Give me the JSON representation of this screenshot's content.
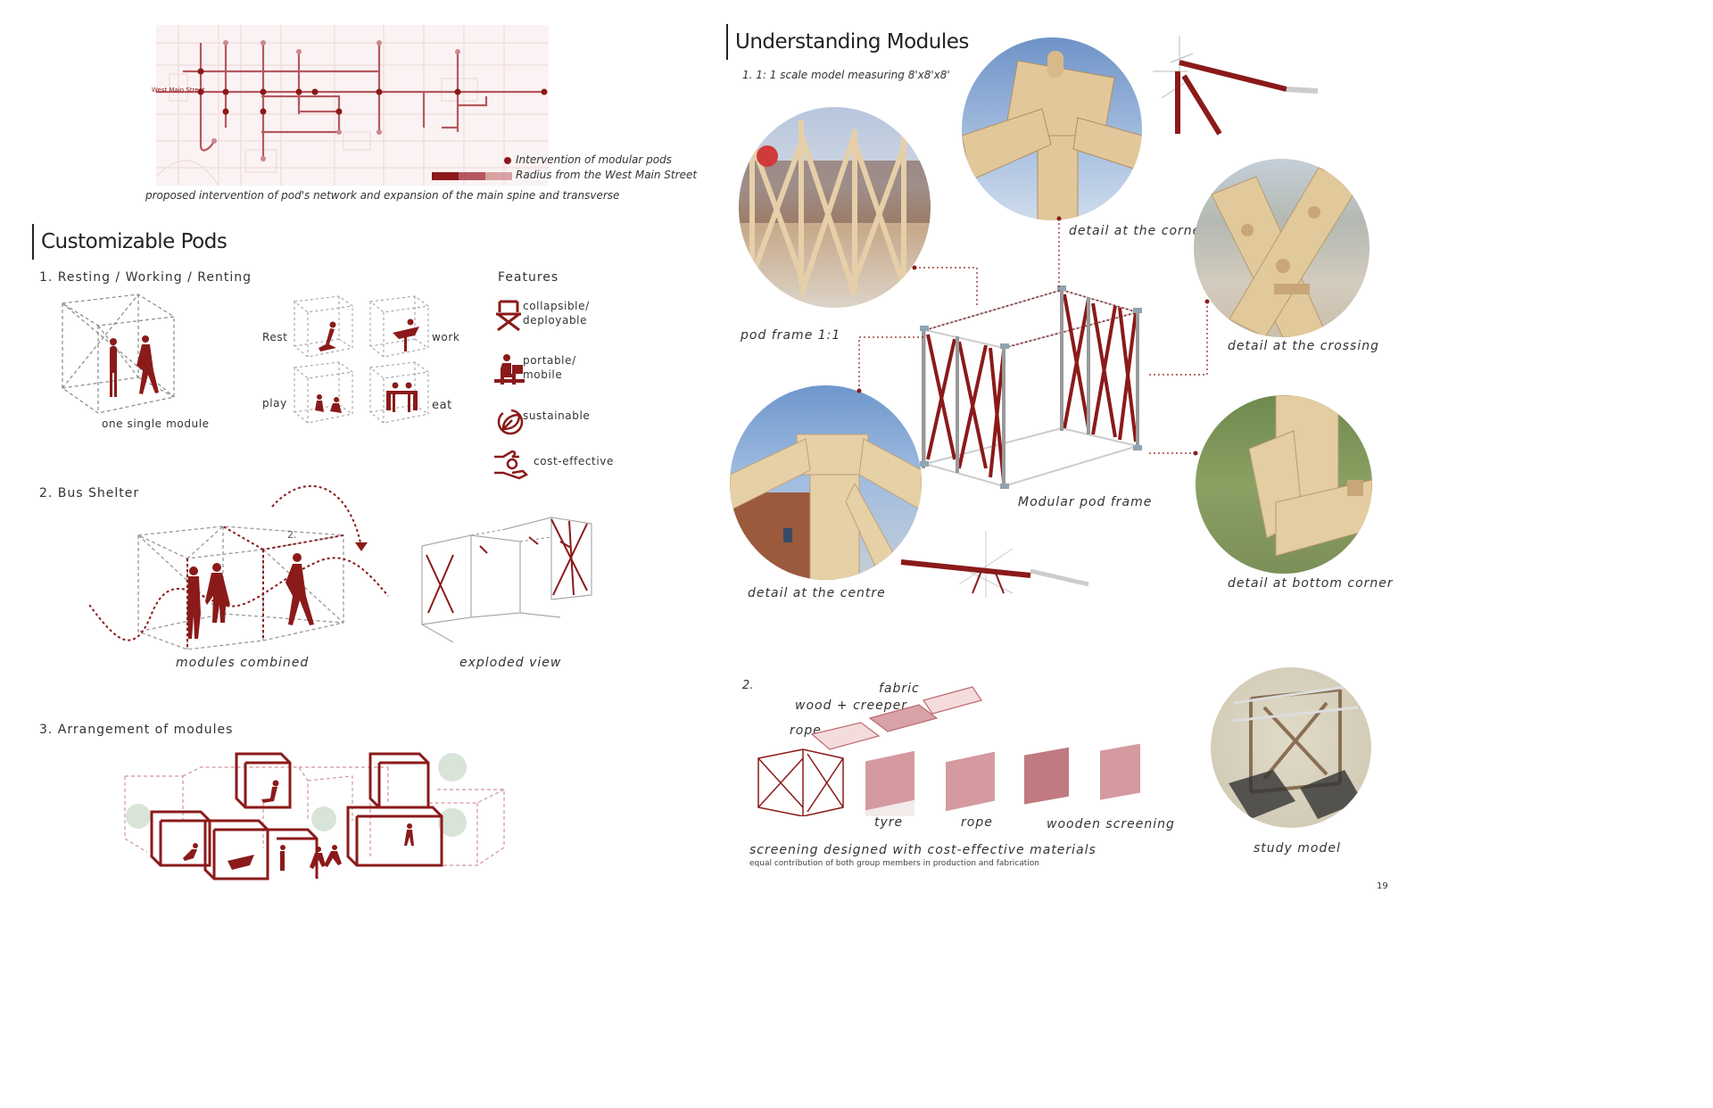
{
  "map": {
    "street_label": "West Main Street",
    "legend_pods": "Intervention of modular pods",
    "legend_radius": "Radius from the West Main Street",
    "caption": "proposed intervention of pod's network and expansion of the main spine and transverse",
    "colors": {
      "accent": "#8b1a1a",
      "mid": "#b5585e",
      "light": "#d9a3a6"
    }
  },
  "left": {
    "title": "Customizable Pods",
    "section1": {
      "heading": "1. Resting / Working / Renting",
      "single_caption": "one single module",
      "uses": {
        "rest": "Rest",
        "work": "work",
        "play": "play",
        "eat": "eat"
      }
    },
    "features": {
      "heading": "Features",
      "items": [
        {
          "label": "collapsible/\ndeployable",
          "icon": "chair-icon"
        },
        {
          "label": "portable/\nmobile",
          "icon": "person-carry-icon"
        },
        {
          "label": "sustainable",
          "icon": "leaf-icon"
        },
        {
          "label": "cost-effective",
          "icon": "hand-coin-icon"
        }
      ]
    },
    "section2": {
      "heading": "2. Bus Shelter",
      "combined_caption": "modules combined",
      "exploded_caption": "exploded view",
      "marker": "2."
    },
    "section3": {
      "heading": "3. Arrangement of modules"
    }
  },
  "right": {
    "title": "Understanding Modules",
    "item1": "1. 1: 1 scale model measuring 8'x8'x8'",
    "captions": {
      "pod_frame": "pod frame 1:1",
      "corner": "detail at the corner",
      "crossing": "detail at the crossing",
      "centre": "detail at the centre",
      "bottom_corner": "detail at bottom corner",
      "modular": "Modular pod frame"
    },
    "item2": "2.",
    "materials": {
      "fabric": "fabric",
      "wood_creeper": "wood + creeper",
      "rope_top": "rope",
      "tyre": "tyre",
      "rope": "rope",
      "wooden_screening": "wooden screening"
    },
    "screening_caption": "screening designed with cost-effective materials",
    "credit": "equal contribution of both group members in production and fabrication",
    "study_model": "study model",
    "page_number": "19"
  }
}
